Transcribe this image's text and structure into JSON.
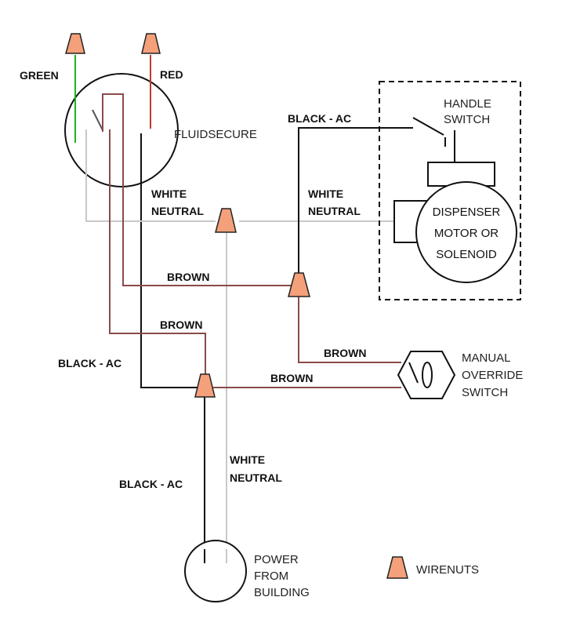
{
  "colors": {
    "green_wire": "#1db31d",
    "red_wire": "#c0392b",
    "black_wire": "#111111",
    "white_wire": "#c8c8c8",
    "brown_wire": "#8a4a4a",
    "wirenut_fill": "#f4a07a",
    "wirenut_stroke": "#222222"
  },
  "labels": {
    "green": "GREEN",
    "red": "RED",
    "fluidsecure": "FLUIDSECURE",
    "black_ac_top": "BLACK - AC",
    "handle": "HANDLE",
    "switch": "SWITCH",
    "white_left": "WHITE",
    "neutral_left": "NEUTRAL",
    "white_right": "WHITE",
    "neutral_right": "NEUTRAL",
    "dispenser": "DISPENSER",
    "motor_or": "MOTOR OR",
    "solenoid": "SOLENOID",
    "brown_1": "BROWN",
    "brown_2": "BROWN",
    "brown_3": "BROWN",
    "brown_4": "BROWN",
    "black_ac_mid": "BLACK - AC",
    "manual": "MANUAL",
    "override": "OVERRIDE",
    "switch_2": "SWITCH",
    "white_bottom": "WHITE",
    "neutral_bottom": "NEUTRAL",
    "black_ac_bottom": "BLACK - AC",
    "power": "POWER",
    "from": "FROM",
    "building": "BUILDING",
    "wirenuts": "WIRENUTS"
  },
  "icons": {
    "wirenut": "wirenut-icon",
    "toggle": "toggle-switch-icon"
  }
}
